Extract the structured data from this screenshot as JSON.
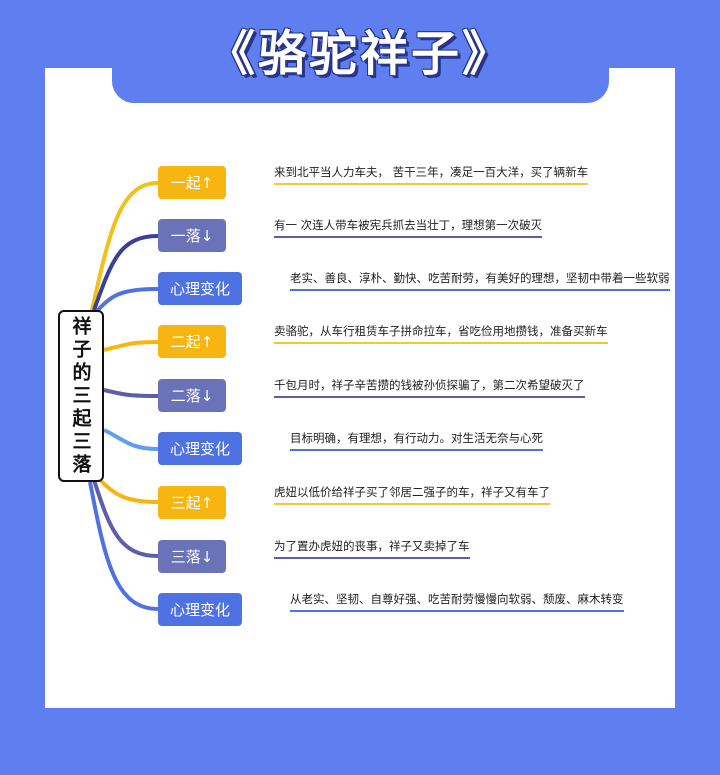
{
  "title": "《骆驼祥子》",
  "central": "祥子的三起三落",
  "colors": {
    "up": "#f7b512",
    "down": "#6a73b8",
    "change": "#4f72e2",
    "background": "#5f7ff0"
  },
  "branches": [
    {
      "label": "一起↑",
      "kind": "up",
      "text": "来到北平当人力车夫， 苦干三年，凑足一百大洋，买了辆新车"
    },
    {
      "label": "一落↓",
      "kind": "down",
      "text": "有一 次连人带车被宪兵抓去当壮丁，理想第一次破灭"
    },
    {
      "label": "心理变化",
      "kind": "change",
      "text": "老实、善良、淳朴、勤快、吃苦耐劳，有美好的理想，坚韧中带着一些软弱"
    },
    {
      "label": "二起↑",
      "kind": "up",
      "text": "卖骆驼，从车行租赁车子拼命拉车，省吃俭用地攒钱，准备买新车"
    },
    {
      "label": "二落↓",
      "kind": "down",
      "text": "千包月时，祥子辛苦攒的钱被孙侦探骗了，第二次希望破灭了"
    },
    {
      "label": "心理变化",
      "kind": "change",
      "text": "目标明确，有理想，有行动力。对生活无奈与心死"
    },
    {
      "label": "三起↑",
      "kind": "up",
      "text": "虎妞以低价给祥子买了邻居二强子的车，祥子又有车了"
    },
    {
      "label": "三落↓",
      "kind": "down",
      "text": "为了置办虎妞的丧事，祥子又卖掉了车"
    },
    {
      "label": "心理变化",
      "kind": "change",
      "text": "从老实、坚韧、自尊好强、吃苦耐劳慢慢向软弱、颓废、麻木转变"
    }
  ]
}
